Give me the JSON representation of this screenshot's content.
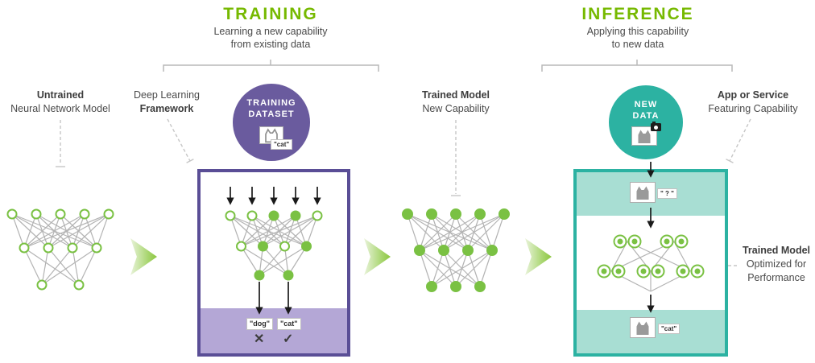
{
  "training_section": {
    "title": "TRAINING",
    "subtitle1": "Learning a new capability",
    "subtitle2": "from existing data"
  },
  "inference_section": {
    "title": "INFERENCE",
    "subtitle1": "Applying this capability",
    "subtitle2": "to new data"
  },
  "labels": {
    "untrained": {
      "title": "Untrained",
      "subtitle": "Neural Network Model"
    },
    "framework": {
      "line1": "Deep Learning",
      "line2": "Framework"
    },
    "trained": {
      "title": "Trained Model",
      "subtitle": "New Capability"
    },
    "app": {
      "title": "App or Service",
      "subtitle": "Featuring Capability"
    },
    "optimized": {
      "title": "Trained Model",
      "line1": "Optimized for",
      "line2": "Performance"
    }
  },
  "dataset_circle": {
    "line1": "TRAINING",
    "line2": "DATASET",
    "tag": "\"cat\""
  },
  "new_data_circle": {
    "line1": "NEW",
    "line2": "DATA"
  },
  "training_box": {
    "dog_tag": "\"dog\"",
    "cat_tag": "\"cat\"",
    "cross": "✕",
    "check": "✓"
  },
  "inference_box": {
    "question_tag": "\" ? \"",
    "cat_tag": "\"cat\""
  },
  "colors": {
    "green_heading": "#76b900",
    "node_green": "#7ac143",
    "edge_gray": "#b3b3b3",
    "purple": "#6a5b9e",
    "purple_border": "#5a4e96",
    "purple_light": "#b4a7d6",
    "teal": "#2cb2a2",
    "teal_light": "#a8ded3",
    "arrow_black": "#1a1a1a",
    "text_gray": "#4a4a4a"
  }
}
